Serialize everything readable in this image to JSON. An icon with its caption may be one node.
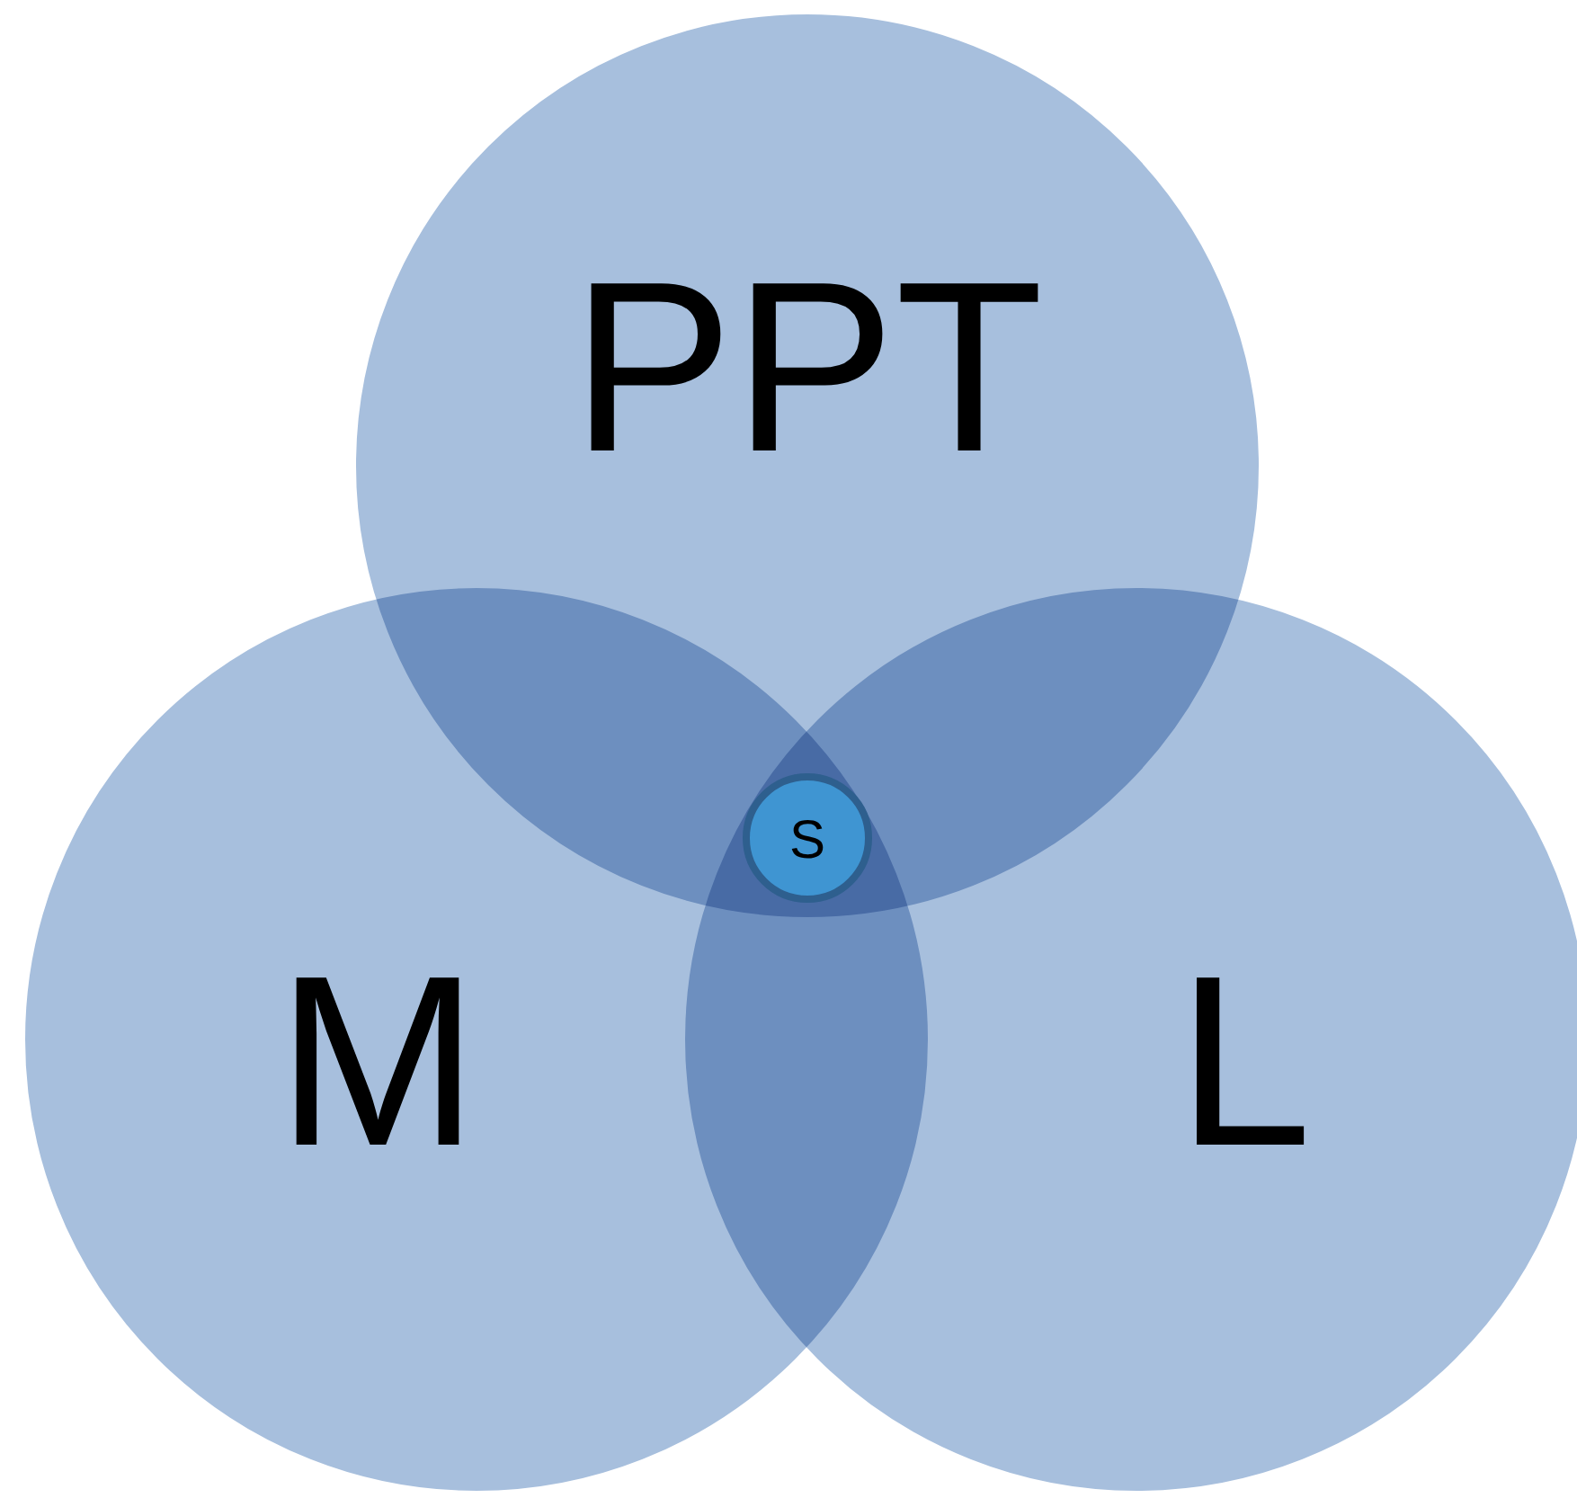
{
  "diagram": {
    "nodes": [
      {
        "text": [
          "PPT"
        ]
      },
      {
        "text": [
          "S"
        ]
      },
      {
        "text": [
          "M"
        ]
      },
      {
        "text": [
          "L"
        ]
      }
    ]
  }
}
